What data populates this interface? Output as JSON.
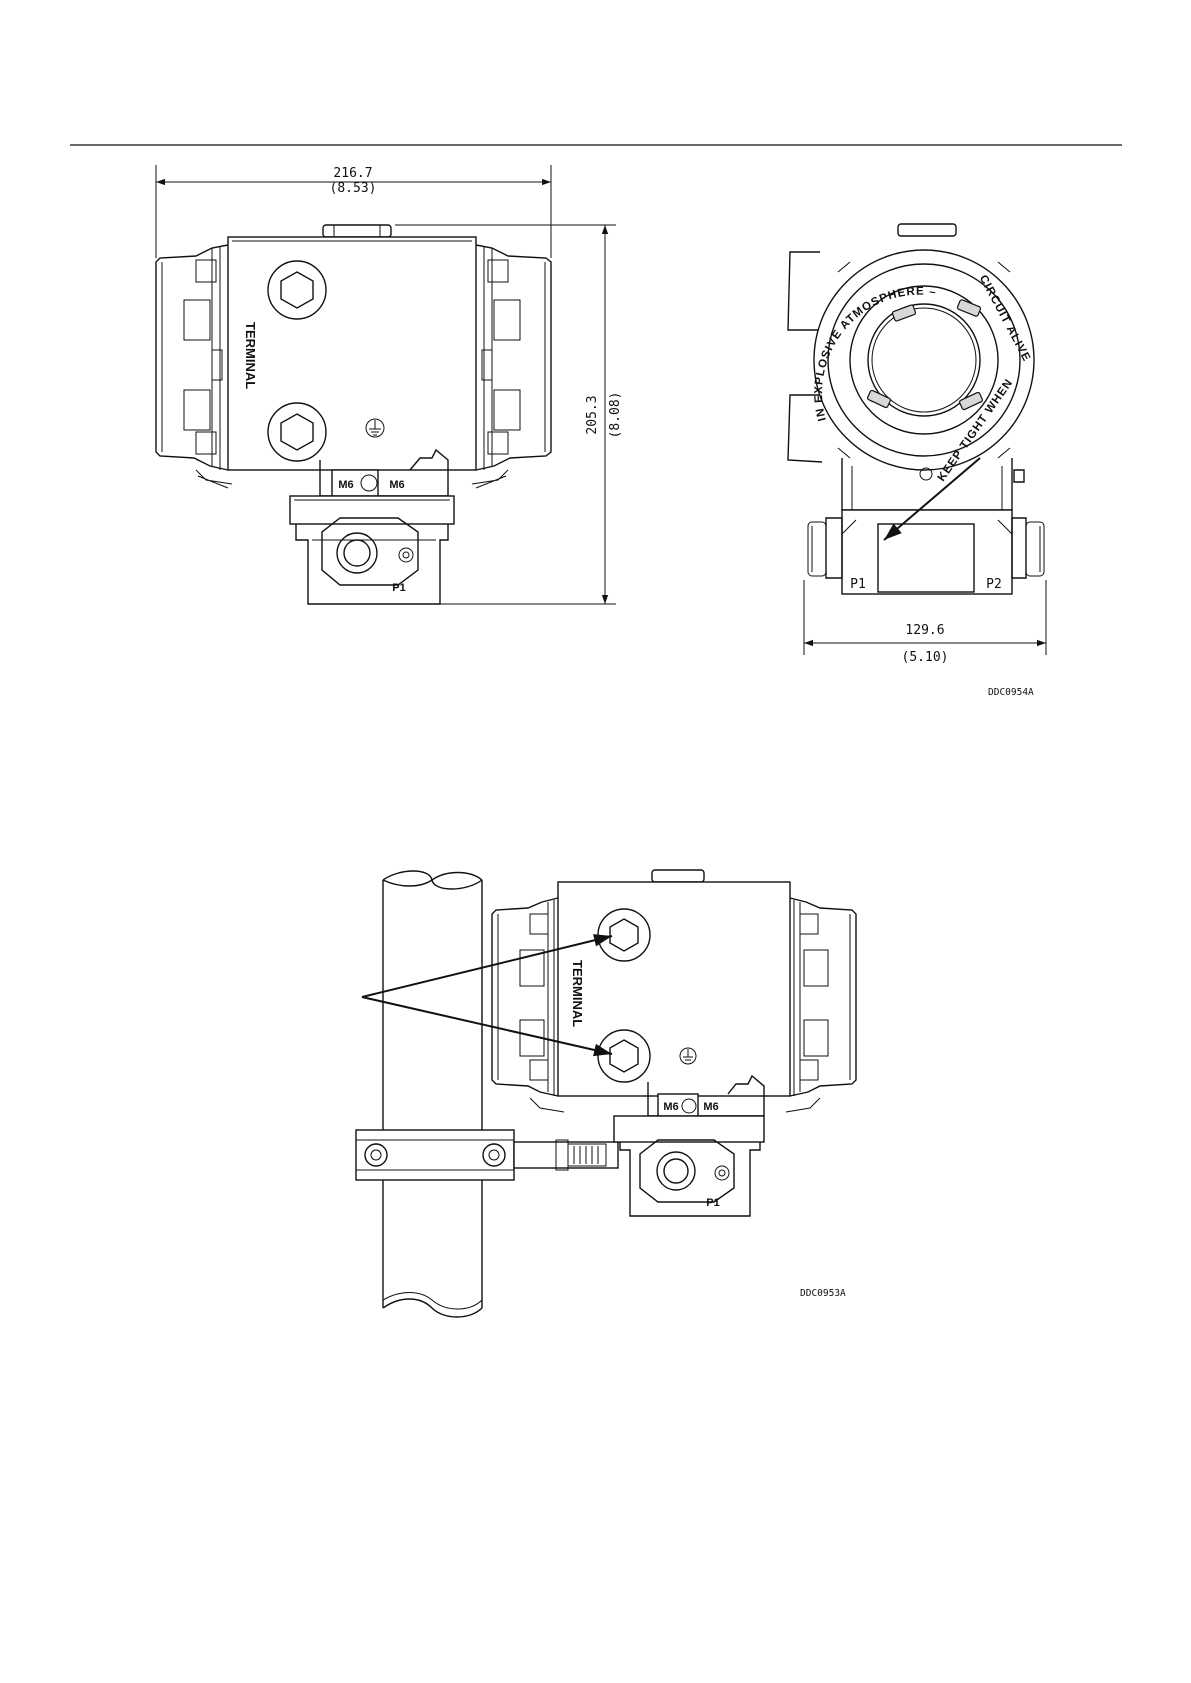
{
  "figure1": {
    "front_view": {
      "width_mm": "216.7",
      "width_in": "(8.53)",
      "height_mm": "205.3",
      "height_in": "(8.08)",
      "terminal_label": "TERMINAL",
      "bolt_left": "M6",
      "bolt_right": "M6",
      "port_label": "P1"
    },
    "side_view": {
      "ring_text_top": "IN EXPLOSIVE ATMOSPHERE –",
      "ring_text_right": "CIRCUIT ALIVE",
      "ring_text_bottom": "KEEP TIGHT WHEN",
      "dash_left": "–",
      "port_left": "P1",
      "port_right": "P2",
      "depth_mm": "129.6",
      "depth_in": "(5.10)"
    },
    "drawing_code": "DDC0954A"
  },
  "figure2": {
    "terminal_label": "TERMINAL",
    "bolt_left": "M6",
    "bolt_right": "M6",
    "port_label": "P1",
    "drawing_code": "DDC0953A"
  }
}
